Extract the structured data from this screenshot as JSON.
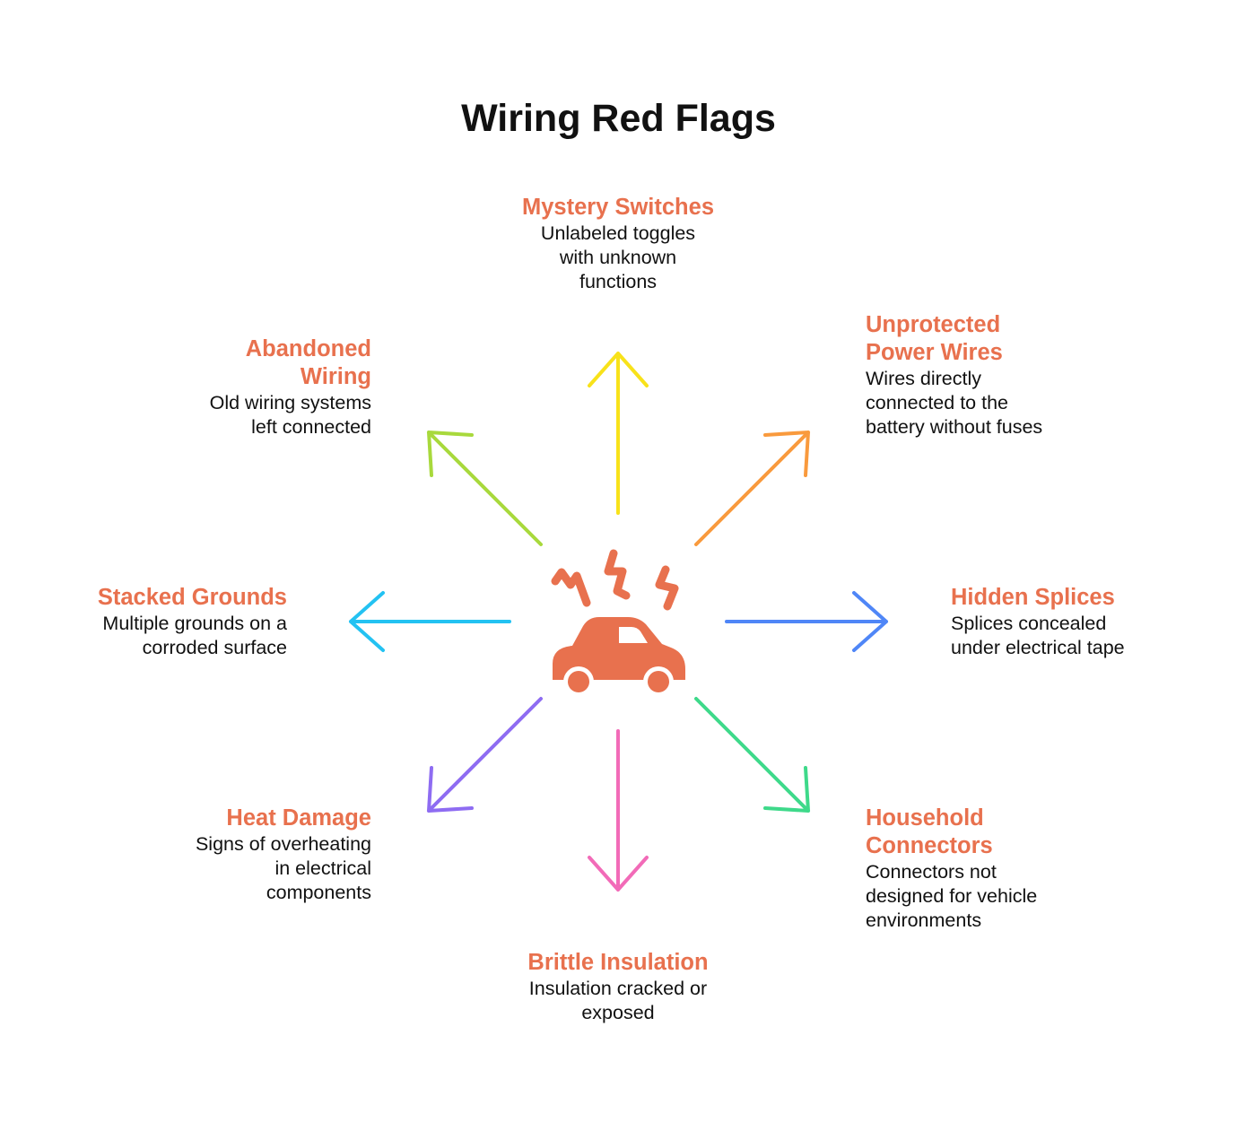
{
  "title": "Wiring Red Flags",
  "colors": {
    "heading": "#e8714e",
    "icon": "#e8714e",
    "text": "#111111"
  },
  "center_icon": "car-with-lightning-bolts-icon",
  "flags": {
    "mystery_switches": {
      "heading": "Mystery Switches",
      "lines": [
        "Unlabeled toggles",
        "with unknown",
        "functions"
      ],
      "arrow_color": "#f8e21a"
    },
    "unprotected_power_wires": {
      "heading_lines": [
        "Unprotected",
        "Power Wires"
      ],
      "lines": [
        "Wires directly",
        "connected to the",
        "battery without fuses"
      ],
      "arrow_color": "#f99a3d"
    },
    "hidden_splices": {
      "heading": "Hidden Splices",
      "lines": [
        "Splices concealed",
        "under electrical tape"
      ],
      "arrow_color": "#4f86f7"
    },
    "household_connectors": {
      "heading_lines": [
        "Household",
        "Connectors"
      ],
      "lines": [
        "Connectors not",
        "designed for vehicle",
        "environments"
      ],
      "arrow_color": "#3ed98a"
    },
    "brittle_insulation": {
      "heading": "Brittle Insulation",
      "lines": [
        "Insulation cracked or",
        "exposed"
      ],
      "arrow_color": "#f26bb8"
    },
    "heat_damage": {
      "heading": "Heat Damage",
      "lines": [
        "Signs of overheating",
        "in electrical",
        "components"
      ],
      "arrow_color": "#8e6cf2"
    },
    "stacked_grounds": {
      "heading": "Stacked Grounds",
      "lines": [
        "Multiple grounds on a",
        "corroded surface"
      ],
      "arrow_color": "#23c2f2"
    },
    "abandoned_wiring": {
      "heading_lines": [
        "Abandoned",
        "Wiring"
      ],
      "lines": [
        "Old wiring systems",
        "left connected"
      ],
      "arrow_color": "#a8d93c"
    }
  }
}
